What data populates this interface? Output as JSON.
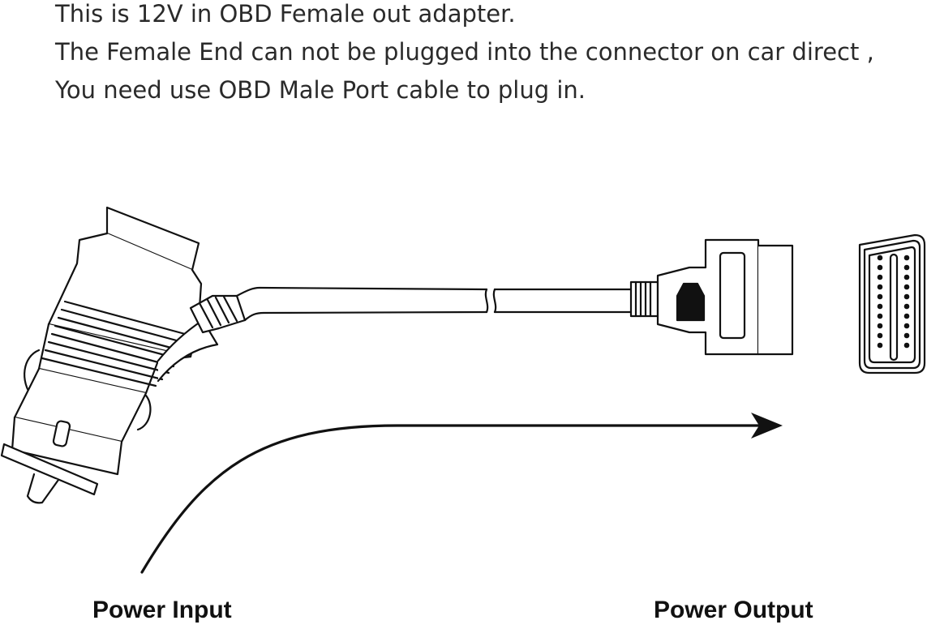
{
  "intro": {
    "lines": [
      "This is 12V in OBD Female out adapter.",
      "The Female End can not be plugged into the connector on car direct ,",
      "You need use OBD Male Port cable to plug in."
    ]
  },
  "labels": {
    "power_input": "Power Input",
    "power_output": "Power Output"
  },
  "colors": {
    "line": "#111111",
    "background": "#ffffff"
  },
  "icons": [
    "cigarette-lighter-plug-icon",
    "obd-female-connector-icon",
    "obd-port-face-icon",
    "power-flow-arrow-icon"
  ]
}
